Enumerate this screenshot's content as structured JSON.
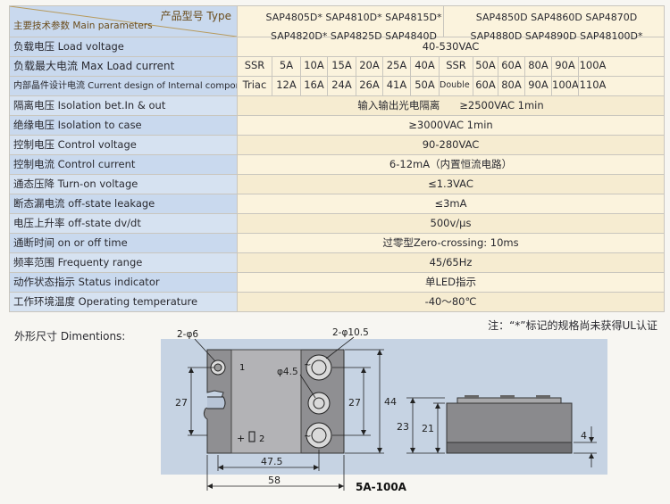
{
  "header": {
    "type_label": "产品型号 Type",
    "params_label": "主要技术参数 Main parameters",
    "models_group1": [
      [
        "SAP4805D*",
        "SAP4810D*",
        "SAP4815D*"
      ],
      [
        "SAP4820D*",
        "SAP4825D",
        "SAP4840D"
      ]
    ],
    "models_group2": [
      [
        "SAP4850D",
        "SAP4860D",
        "SAP4870D"
      ],
      [
        "SAP4880D",
        "SAP4890D",
        "SAP48100D*"
      ]
    ]
  },
  "rows": {
    "load_voltage": {
      "label": "负载电压 Load voltage",
      "value": "40-530VAC"
    },
    "max_current": {
      "label": "负载最大电流 Max Load current",
      "ssr": [
        "SSR",
        "5A",
        "10A",
        "15A",
        "20A",
        "25A",
        "40A",
        "SSR",
        "50A",
        "60A",
        "80A",
        "90A",
        "100A"
      ]
    },
    "internal_design": {
      "label": "内部晶件设计电流 Current design of Internal components",
      "triac": [
        "Triac",
        "12A",
        "16A",
        "24A",
        "26A",
        "41A",
        "50A",
        "Double RC",
        "60A",
        "80A",
        "90A",
        "100A",
        "110A"
      ]
    },
    "isolation_in_out": {
      "label": "隔离电压 Isolation bet.In & out",
      "value": "输入输出光电隔离      ≥2500VAC 1min"
    },
    "isolation_case": {
      "label": "绝缘电压 Isolation to case",
      "value": "≥3000VAC 1min"
    },
    "control_voltage": {
      "label": "控制电压 Control voltage",
      "value": "90-280VAC"
    },
    "control_current": {
      "label": "控制电流 Control current",
      "value": "6-12mA（内置恒流电路）"
    },
    "turn_on_voltage": {
      "label": "通态压降 Turn-on voltage",
      "value": "≤1.3VAC"
    },
    "leakage": {
      "label": "断态漏电流 off-state leakage",
      "value": "≤3mA"
    },
    "dvdt": {
      "label": "电压上升率 off-state dv/dt",
      "value": "500v/μs"
    },
    "switch_time": {
      "label": "通断时间 on or off time",
      "value": "过零型Zero-crossing: 10ms"
    },
    "frequency": {
      "label": "频率范围 Frequenty range",
      "value": "45/65Hz"
    },
    "status": {
      "label": "动作状态指示 Status indicator",
      "value": "单LED指示"
    },
    "temperature": {
      "label": "工作环境温度 Operating temperature",
      "value": "-40～80℃"
    }
  },
  "note": "注：“*”标记的规格尚未获得UL认证",
  "dimensions": {
    "title": "外形尺寸 Dimentions:",
    "hole_small": "2-φ6",
    "hole_large": "2-φ10.5",
    "hole_mid": "φ4.5",
    "h27_left": "27",
    "h27_right": "27",
    "h44": "44",
    "w47_5": "47.5",
    "w58": "58",
    "side_23": "23",
    "side_21": "21",
    "side_4": "4",
    "term_1": "1",
    "term_2": "2",
    "term_plus": "+",
    "term_tilde_top": "~",
    "term_tilde_bottom": "~",
    "range": "5A-100A"
  }
}
